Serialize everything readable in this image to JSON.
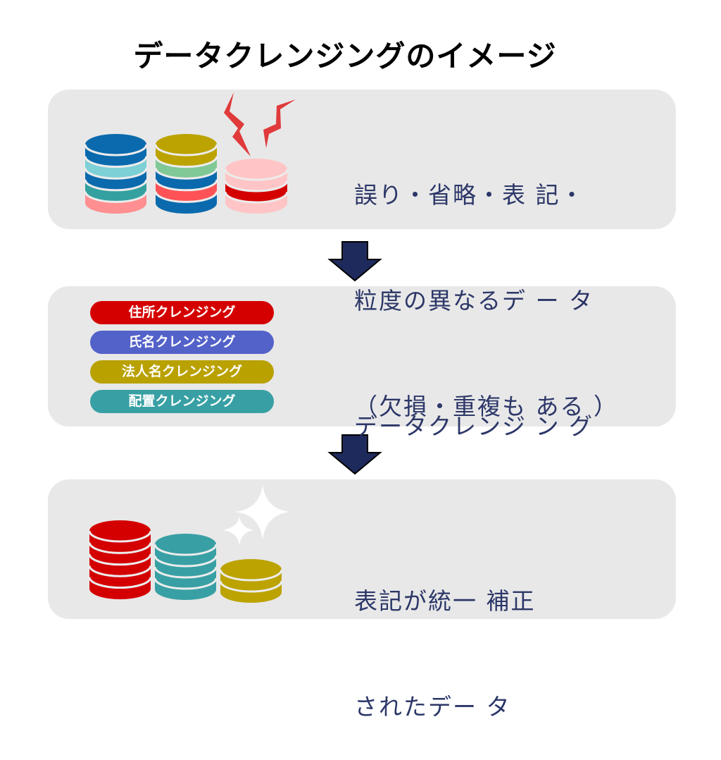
{
  "title": "データクレンジングのイメージ",
  "panels": [
    {
      "lines": [
        "誤り・省略・表 記・",
        "粒度の異なるデ ー タ",
        "（欠損・重複も ある ）"
      ]
    },
    {
      "lines": [
        "データクレンジ ン グ"
      ]
    },
    {
      "lines": [
        "表記が統一 補正",
        "されたデー タ"
      ]
    }
  ],
  "cleansing_items": [
    {
      "label": "住所クレンジング",
      "color": "#d40000"
    },
    {
      "label": "氏名クレンジング",
      "color": "#5362c9"
    },
    {
      "label": "法人名クレンジング",
      "color": "#b9a100"
    },
    {
      "label": "配置クレンジング",
      "color": "#38a0a4"
    }
  ],
  "colors": {
    "panel": "#e8e8e8",
    "arrow": "#1f2a5c",
    "text": "#2c3768",
    "bolt": "#e03a3a"
  },
  "stacks_before": [
    [
      "#0a6aad",
      "#7dd0d5",
      "#0a6aad",
      "#35a0a0",
      "#ff8f90"
    ],
    [
      "#bca300",
      "#80c896",
      "#0a6aad",
      "#ff5256",
      "#0a6aad"
    ],
    [
      "#ffc5c6",
      "#d40000",
      "#ffc5c6"
    ]
  ],
  "stacks_after": [
    [
      "#d40000",
      "#d40000",
      "#d40000",
      "#d40000",
      "#d40000"
    ],
    [
      "#38a0a4",
      "#38a0a4",
      "#38a0a4",
      "#38a0a4"
    ],
    [
      "#bca300",
      "#bca300"
    ]
  ]
}
